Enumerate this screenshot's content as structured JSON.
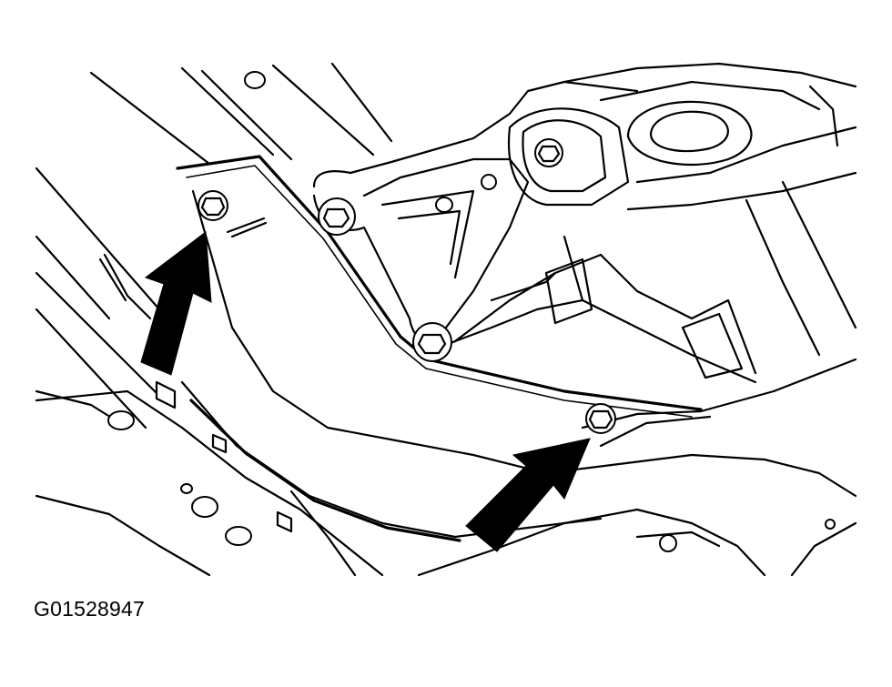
{
  "figure": {
    "id_label": "G01528947"
  },
  "callouts": [
    {
      "name": "arrow-left-bolt",
      "points_to": "bolt-left"
    },
    {
      "name": "arrow-right-bolt",
      "points_to": "bolt-right"
    }
  ],
  "colors": {
    "ink": "#000000",
    "paper": "#ffffff"
  }
}
